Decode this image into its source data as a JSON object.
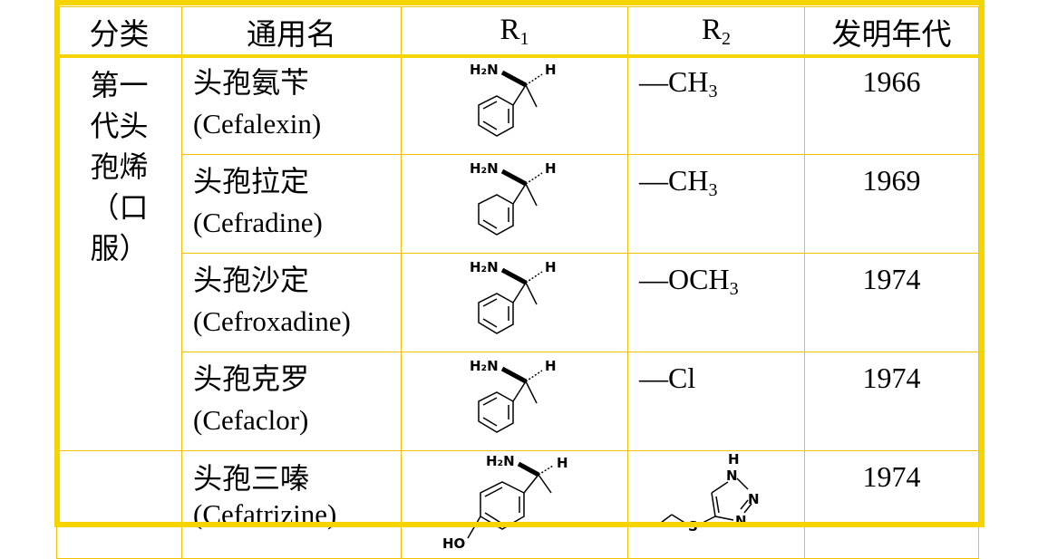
{
  "header": {
    "category": "分类",
    "generic_name": "通用名",
    "r1_base": "R",
    "r1_sub": "1",
    "r2_base": "R",
    "r2_sub": "2",
    "invention_year": "发明年代"
  },
  "category_lines": [
    "第一",
    "代头",
    "孢烯",
    "（口",
    "服）"
  ],
  "rows": [
    {
      "name_cn": "头孢氨苄",
      "name_en": "(Cefalexin)",
      "r2_prefix": "—CH",
      "r2_sub": "3",
      "year": "1966"
    },
    {
      "name_cn": "头孢拉定",
      "name_en": "(Cefradine)",
      "r2_prefix": "—CH",
      "r2_sub": "3",
      "year": "1969"
    },
    {
      "name_cn": "头孢沙定",
      "name_en": "(Cefroxadine)",
      "r2_prefix": "—OCH",
      "r2_sub": "3",
      "year": "1974"
    },
    {
      "name_cn": "头孢克罗",
      "name_en": "(Cefaclor)",
      "r2_prefix": "—Cl",
      "r2_sub": "",
      "year": "1974"
    },
    {
      "name_cn": "头孢三嗪",
      "name_en": "(Cefatrizine)",
      "r2_prefix": "",
      "r2_sub": "",
      "year": "1974"
    }
  ],
  "structure_labels": {
    "amine": "H₂N",
    "hydrogen": "H",
    "hydroxyl": "HO",
    "sulfur": "S",
    "nitrogen": "N"
  },
  "colors": {
    "border": "#f2c200",
    "frame": "#f5d400",
    "text": "#000000"
  }
}
